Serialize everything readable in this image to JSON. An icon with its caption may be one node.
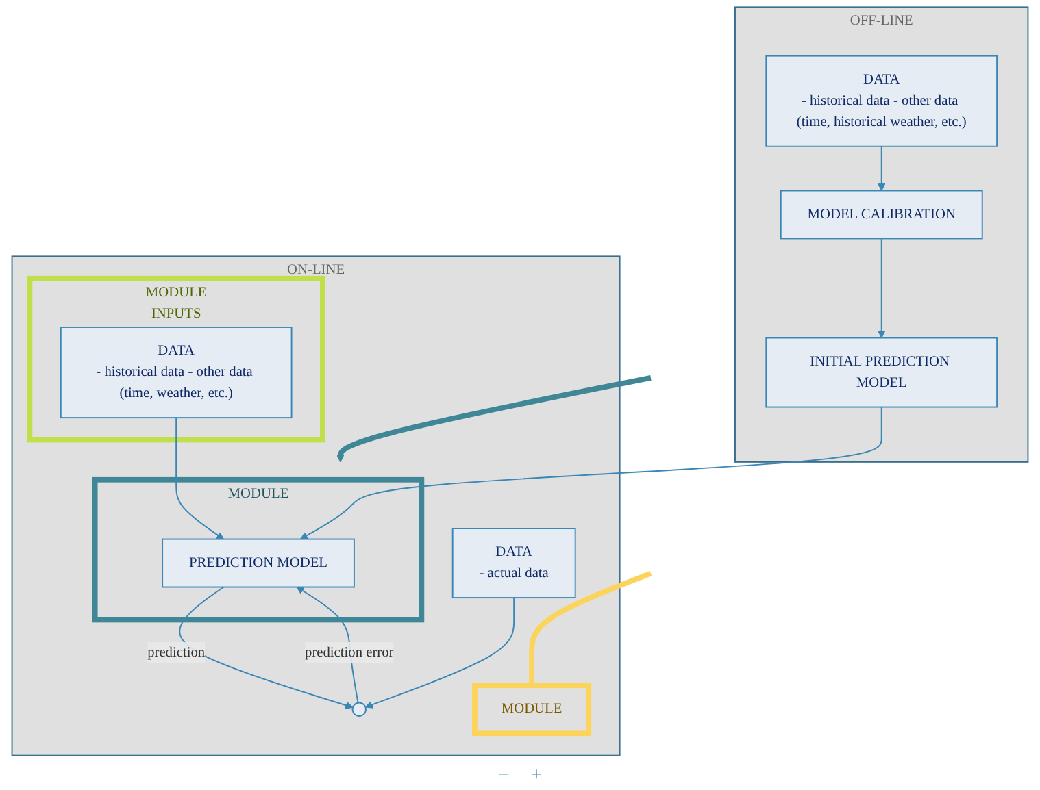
{
  "diagram": {
    "nodes": [
      {
        "text": [
          "OFF-LINE"
        ]
      },
      {
        "text": [
          "DATA",
          "- historical data - other data (time, historical weather, etc.)"
        ],
        "in": 0
      },
      {
        "text": [
          "MODEL CALIBRATION"
        ],
        "in": 0
      },
      {
        "text": [
          "INITIAL PREDICTION MODEL"
        ],
        "in": 0
      },
      {
        "text": [
          "ON-LINE"
        ]
      },
      {
        "text": [
          "MODULE",
          "INPUTS"
        ],
        "in": 4
      },
      {
        "text": [
          "DATA",
          "- historical data - other data (time, weather, etc.)"
        ],
        "in": 5
      },
      {
        "text": [
          "MODULE"
        ],
        "in": 4
      },
      {
        "text": [
          "PREDICTION MODEL"
        ],
        "in": 7
      },
      {
        "text": [
          "MODULE"
        ],
        "in": 4
      },
      {
        "text": [],
        "shape": "circle",
        "in": 4
      },
      {
        "text": [
          "DATA",
          "- actual data"
        ],
        "in": 4
      }
    ],
    "edges": [
      {
        "from": 1,
        "to": 2,
        "arrow": "to"
      },
      {
        "from": 2,
        "to": 3,
        "arrow": "to"
      },
      {
        "from": 3,
        "to": 8,
        "arrow": "to"
      },
      {
        "from": 6,
        "to": 8,
        "arrow": "to"
      },
      {
        "from": 8,
        "to": 10,
        "arrow": "to",
        "label": "prediction"
      },
      {
        "from": 11,
        "to": 10,
        "arrow": "to"
      },
      {
        "from": 10,
        "to": 8,
        "arrow": "to",
        "label": "prediction error"
      },
      {
        "from": null,
        "to": 7,
        "arrow": "to",
        "style": "thick",
        "color": "#3f8797"
      },
      {
        "from": null,
        "to": 9,
        "arrow": "none",
        "style": "thick",
        "color": "#fcd35b"
      }
    ],
    "labels": [
      "−",
      "+"
    ]
  }
}
